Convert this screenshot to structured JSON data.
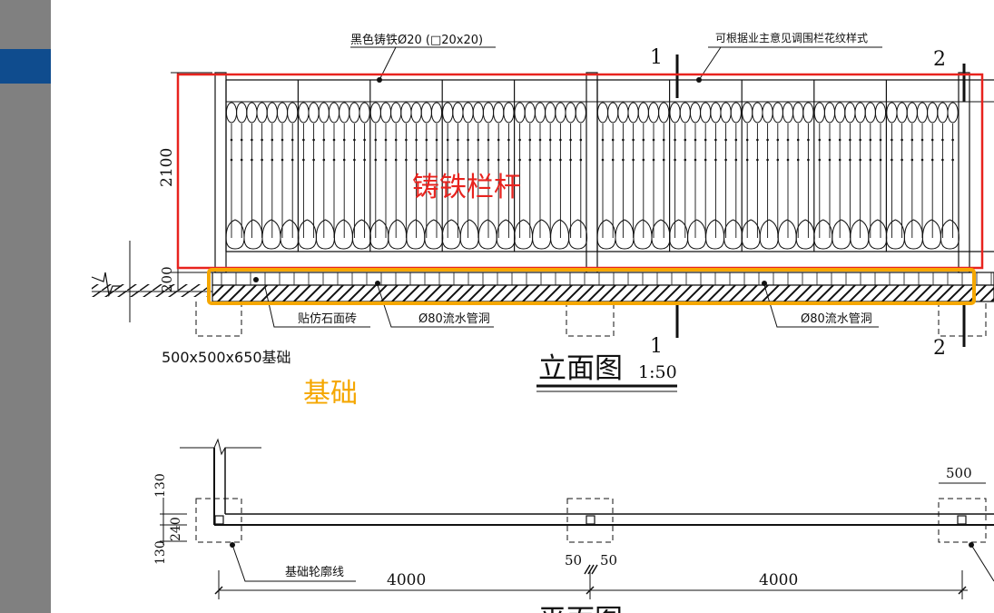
{
  "annotations": {
    "railing_note": "黑色铸铁Ø20 (□20x20)",
    "pattern_note": "可根据业主意见调围栏花纹样式",
    "tile_note": "贴仿石面砖",
    "drain_note_1": "Ø80流水管洞",
    "drain_note_2": "Ø80流水管洞",
    "footing_note": "500x500x650基础",
    "outline_note": "基础轮廓线"
  },
  "dimensions": {
    "height_total": "2100",
    "height_base": "200",
    "plan_130_top": "130",
    "plan_240": "240",
    "plan_130_bottom": "130",
    "plan_500": "500",
    "plan_50_left": "50",
    "plan_50_right": "50",
    "span_left": "4000",
    "span_right": "4000"
  },
  "section_marks": {
    "mark_1_top": "1",
    "mark_1_bottom": "1",
    "mark_2_top": "2",
    "mark_2_bottom": "2"
  },
  "titles": {
    "elevation": "立面图",
    "elevation_scale": "1:50",
    "plan": "平面图"
  },
  "highlights": {
    "railing_label": "铸铁栏杆",
    "railing_color": "#e8231e",
    "base_label": "基础",
    "base_color": "#f5a700"
  }
}
